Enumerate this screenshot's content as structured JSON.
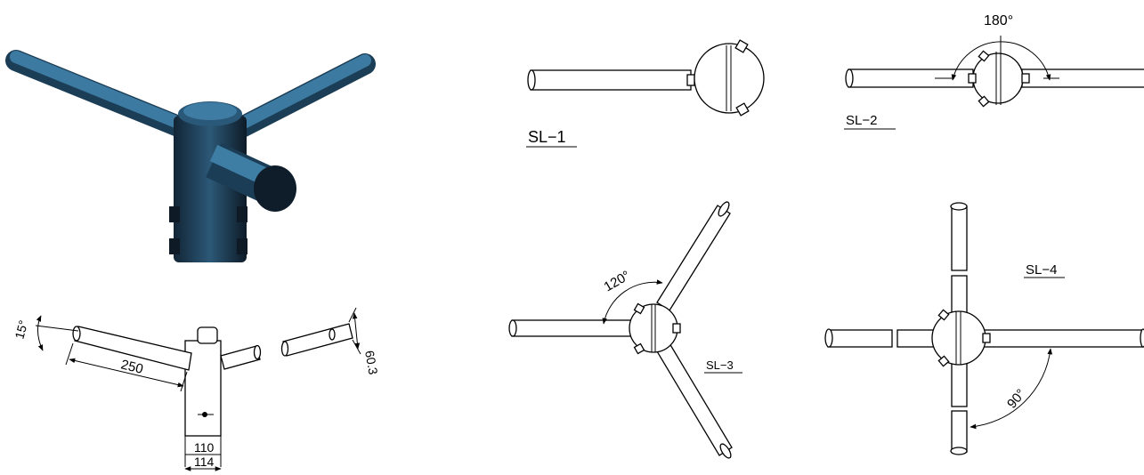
{
  "photo": {
    "description_icon": "bracket-photo-icon",
    "color": "#2e5c7a"
  },
  "side_view": {
    "angle_label": "15°",
    "length_label": "250",
    "pipe_dia_label": "60.3",
    "inner_dia_label": "110",
    "outer_dia_label": "114"
  },
  "plans": [
    {
      "id": "SL-1",
      "label": "SL−1"
    },
    {
      "id": "SL-2",
      "label": "SL−2",
      "angle_label": "180°"
    },
    {
      "id": "SL-3",
      "label": "SL−3",
      "angle_label": "120°"
    },
    {
      "id": "SL-4",
      "label": "SL−4",
      "angle_label": "90°"
    }
  ],
  "colors": {
    "line": "#000000",
    "photo_pipe": "#2f6a8e",
    "photo_dark": "#0f1d2b"
  }
}
